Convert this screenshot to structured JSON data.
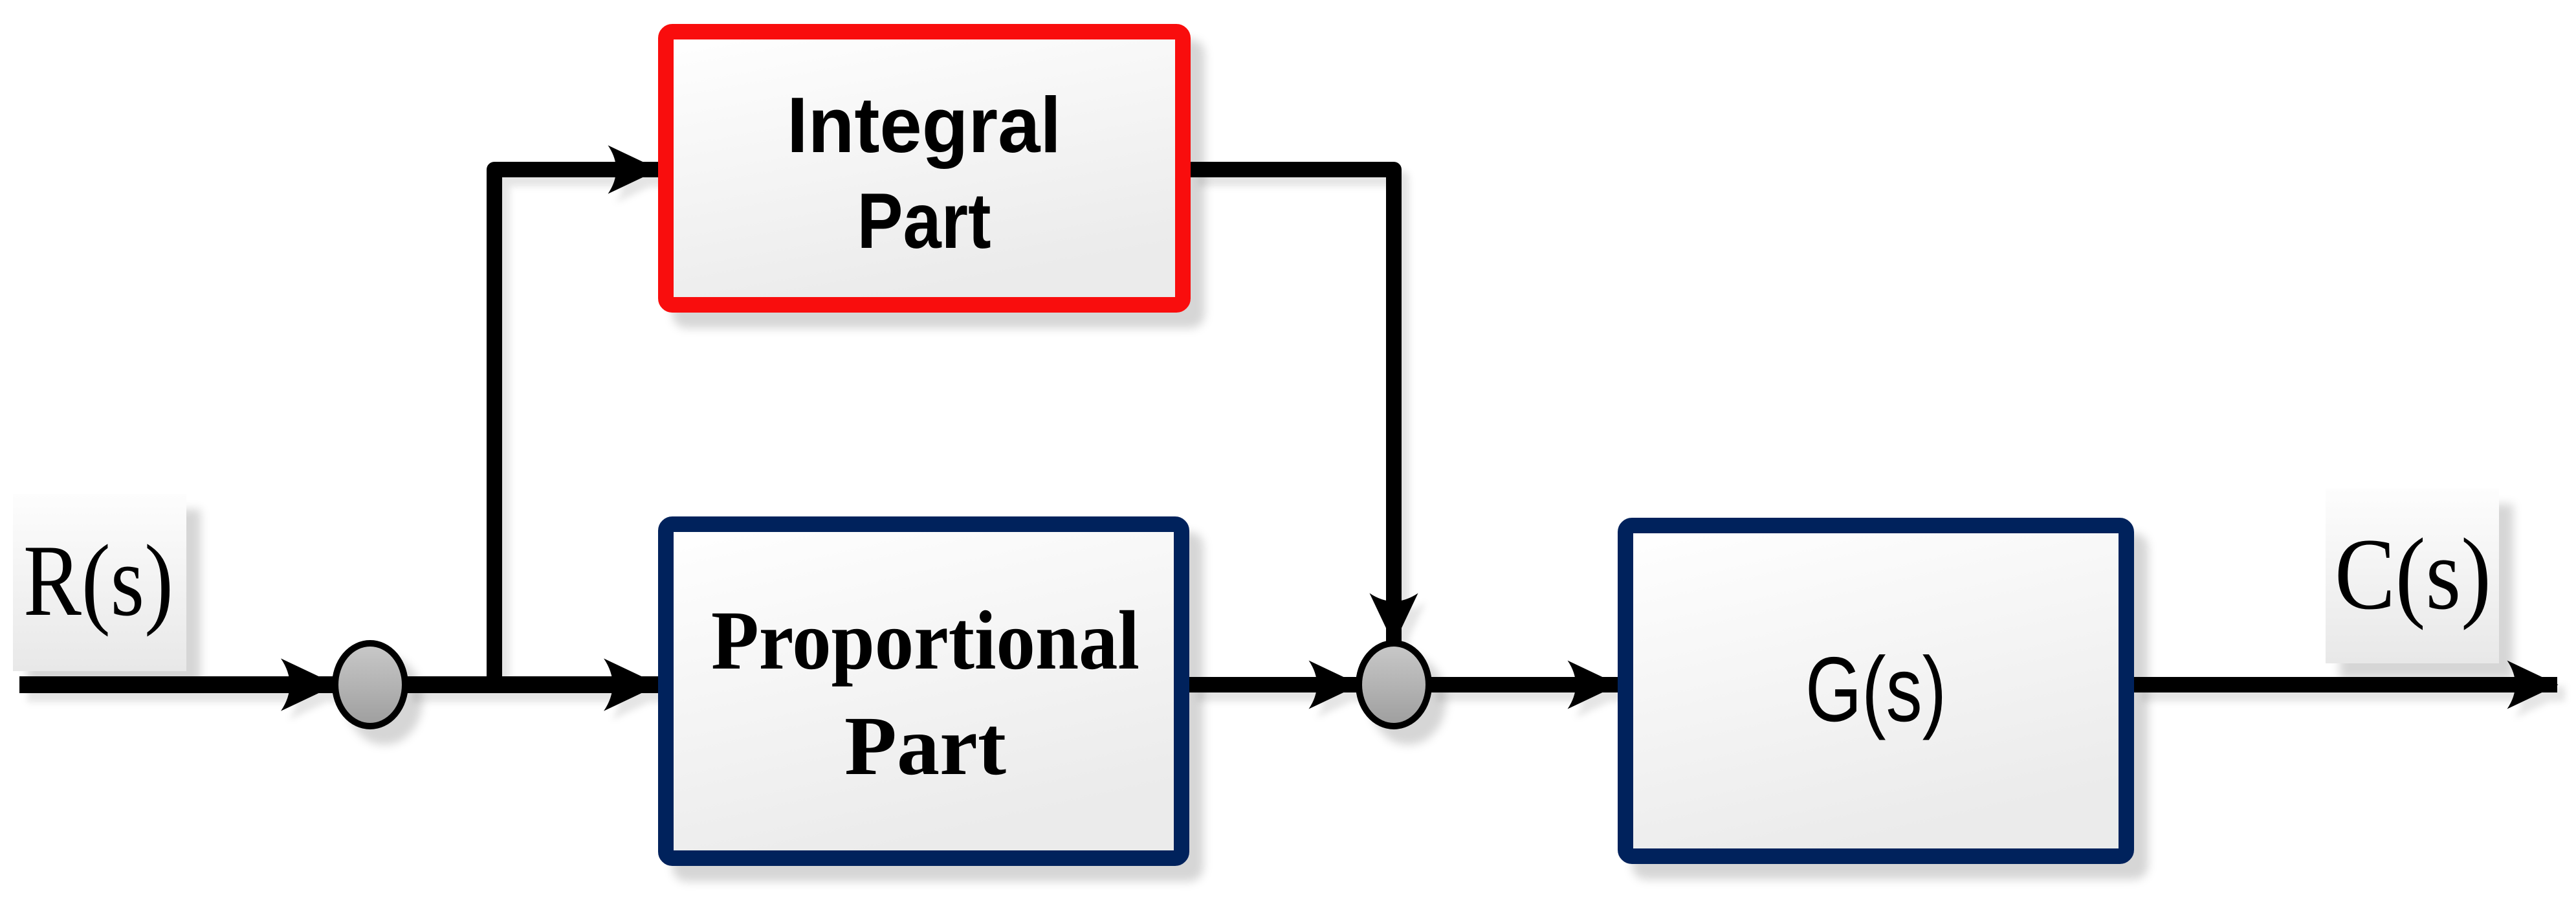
{
  "diagram": {
    "kind": "control-system-block-diagram",
    "description": "Feed-forward PI controller structure: input splits to integral and proportional parts, sums, then passes through plant G(s)",
    "input_label": "R(s)",
    "output_label": "C(s)",
    "blocks": {
      "integral": {
        "line1": "Integral",
        "line2": "Part"
      },
      "proportional": {
        "line1": "Proportional",
        "line2": "Part"
      },
      "plant": {
        "label": "G(s)"
      }
    },
    "junctions": {
      "count": 2,
      "shape": "ellipse"
    },
    "colors": {
      "integral_border": "#f90b07",
      "block_border": "#04215c",
      "line": "#000000",
      "text": "#000000",
      "junction_fill_top": "#c9c9c9",
      "junction_fill_bottom": "#9e9e9e",
      "box_fill_top": "#ffffff",
      "box_fill_bottom": "#ebebeb",
      "label_fill_top": "#fdfdfd",
      "label_fill_bottom": "#e8e8e8"
    }
  }
}
